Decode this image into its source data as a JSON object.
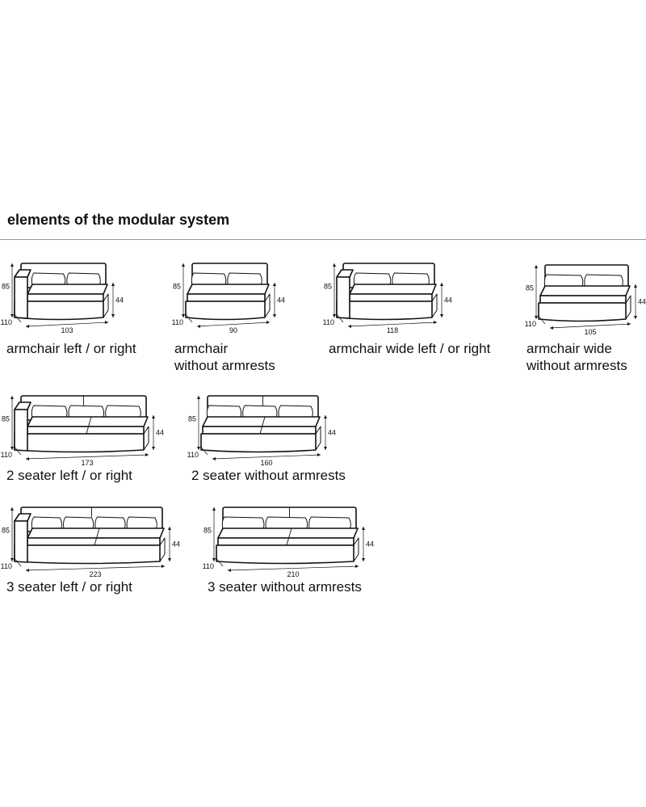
{
  "heading": "elements of the modular system",
  "line_color": "#111111",
  "rule_color": "#9a9a9a",
  "elements": [
    {
      "label": "armchair left / or right",
      "arm": true,
      "seats": 1,
      "height": "85",
      "seat_height": "44",
      "depth": "110",
      "width": "103"
    },
    {
      "label": "armchair\nwithout armrests",
      "arm": false,
      "seats": 1,
      "height": "85",
      "seat_height": "44",
      "depth": "110",
      "width": "90"
    },
    {
      "label": "armchair wide left / or right",
      "arm": true,
      "seats": 1,
      "height": "85",
      "seat_height": "44",
      "depth": "110",
      "width": "118"
    },
    {
      "label": "armchair wide\nwithout armrests",
      "arm": false,
      "seats": 1,
      "height": "85",
      "seat_height": "44",
      "depth": "110",
      "width": "105"
    },
    {
      "label": "2 seater left / or right",
      "arm": true,
      "seats": 2,
      "height": "85",
      "seat_height": "44",
      "depth": "110",
      "width": "173"
    },
    {
      "label": "2 seater without armrests",
      "arm": false,
      "seats": 2,
      "height": "85",
      "seat_height": "44",
      "depth": "110",
      "width": "160"
    },
    {
      "label": "3 seater left / or right",
      "arm": true,
      "seats": 2,
      "height": "85",
      "seat_height": "44",
      "depth": "110",
      "width": "223"
    },
    {
      "label": "3 seater without armrests",
      "arm": false,
      "seats": 2,
      "height": "85",
      "seat_height": "44",
      "depth": "110",
      "width": "210"
    }
  ]
}
